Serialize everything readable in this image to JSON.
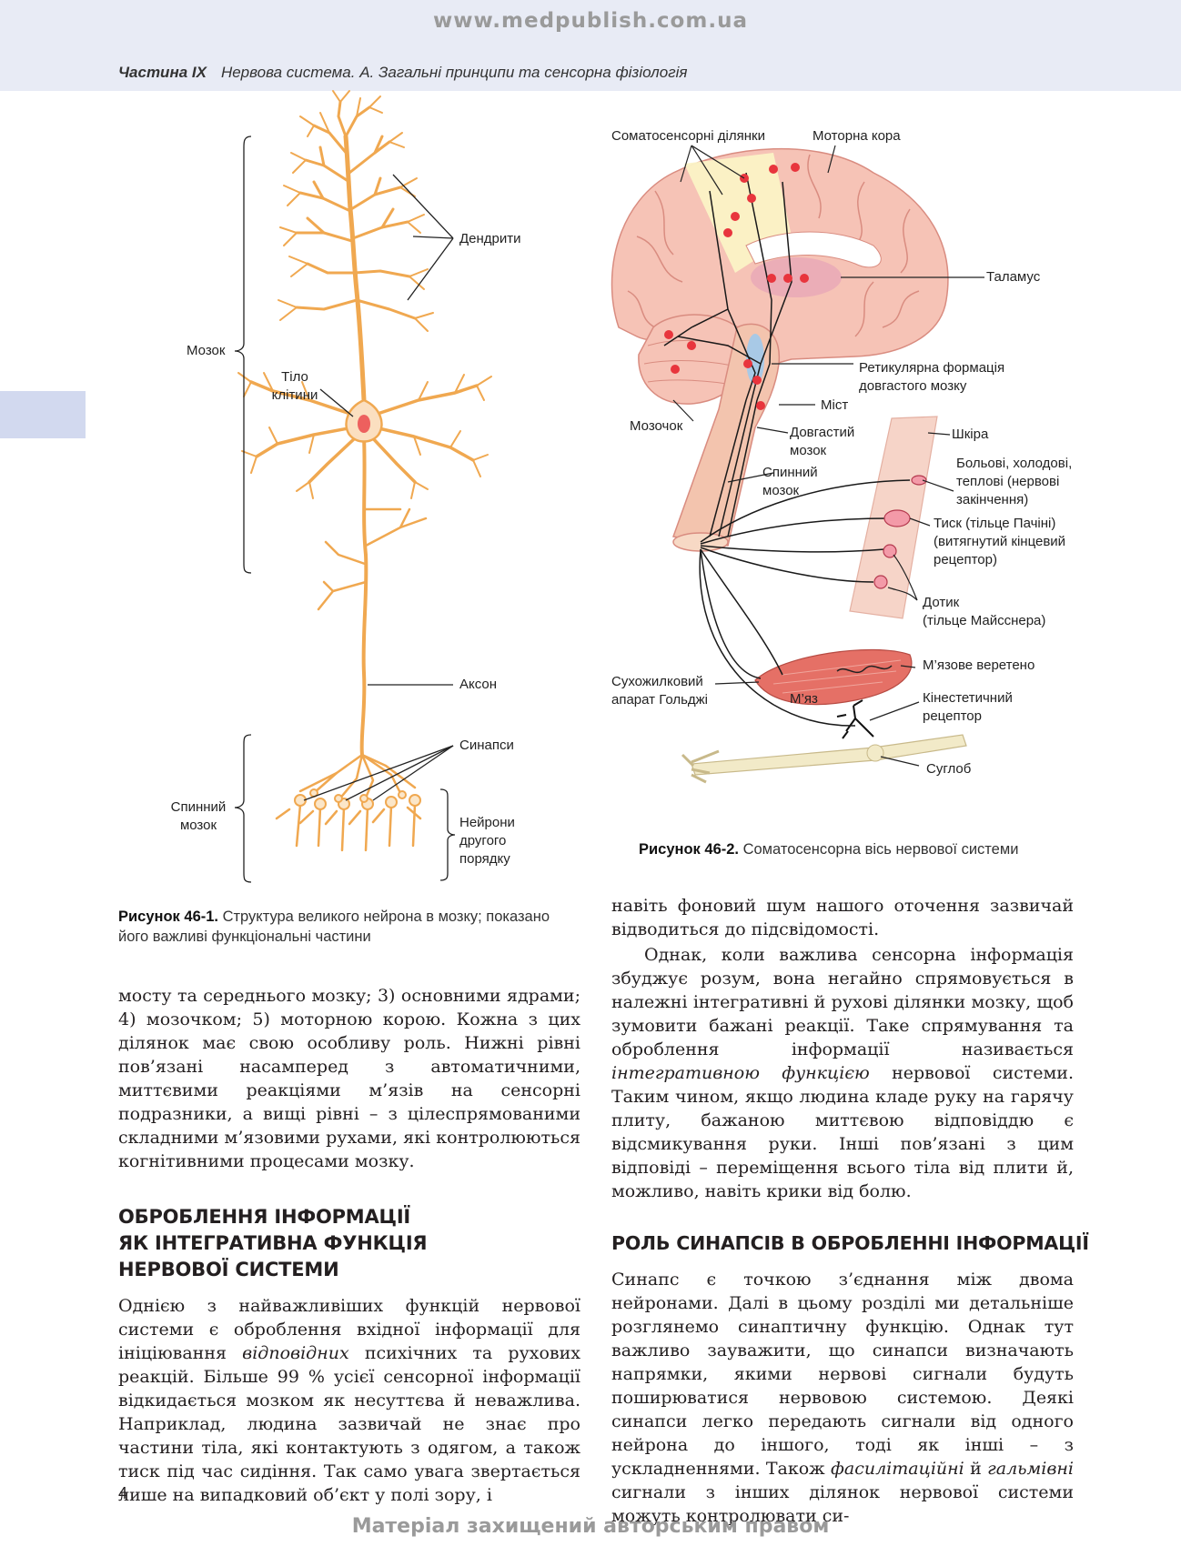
{
  "header": {
    "site_url": "www.medpublish.com.ua",
    "part": "Частина IX",
    "section_title": "Нервова система. А. Загальні принципи та сенсорна фізіологія"
  },
  "figure1": {
    "labels": {
      "dendrites": "Дендрити",
      "brain": "Мозок",
      "cell_body_1": "Тіло",
      "cell_body_2": "клітини",
      "axon": "Аксон",
      "synapses": "Синапси",
      "spinal_cord_1": "Спинний",
      "spinal_cord_2": "мозок",
      "second_order_1": "Нейрони",
      "second_order_2": "другого",
      "second_order_3": "порядку"
    },
    "caption_bold": "Рисунок 46-1.",
    "caption_text": " Структура великого нейрона в мозку; показано його важливі функціональні частини"
  },
  "figure2": {
    "labels": {
      "somatosensory": "Соматосенсорні ділянки",
      "motor_cortex": "Моторна кора",
      "thalamus": "Таламус",
      "reticular_1": "Ретикулярна формація",
      "reticular_2": "довгастого мозку",
      "pons": "Міст",
      "cerebellum": "Мозочок",
      "medulla_1": "Довгастий",
      "medulla_2": "мозок",
      "skin": "Шкіра",
      "spinal_1": "Спинний",
      "spinal_2": "мозок",
      "pain_1": "Больові, холодові,",
      "pain_2": "теплові (нервові",
      "pain_3": "закінчення)",
      "pressure_1": "Тиск (тільце Пачіні)",
      "pressure_2": "(витягнутий кінцевий",
      "pressure_3": "рецептор)",
      "touch_1": "Дотик",
      "touch_2": "(тільце Майсснера)",
      "spindle": "М’язове веретено",
      "golgi_1": "Сухожилковий",
      "golgi_2": "апарат Гольджі",
      "muscle": "М’яз",
      "kinesthetic_1": "Кінестетичний",
      "kinesthetic_2": "рецептор",
      "joint": "Суглоб"
    },
    "caption_bold": "Рисунок 46-2.",
    "caption_text": " Соматосенсорна вісь нервової системи"
  },
  "left_column": {
    "p1": "мосту та середнього мозку; 3) основними ядрами; 4) мозочком; 5) моторною корою. Кожна з цих ділянок має свою особливу роль. Нижні рівні пов’язані насамперед з автоматичними, миттєвими реакціями м’язів на сенсорні подразники, а вищі рівні – з цілеспрямованими складними м’язовими рухами, які контролюються когнітивними процесами мозку.",
    "heading_1": "ОБРОБЛЕННЯ ІНФОРМАЦІЇ",
    "heading_2": "ЯК ІНТЕГРАТИВНА ФУНКЦІЯ",
    "heading_3": "НЕРВОВОЇ СИСТЕМИ",
    "p2_a": "Однією з найважливіших функцій нервової системи є оброблення вхідної інформації для ініціювання ",
    "p2_em": "відповідних",
    "p2_b": " психічних та рухових реакцій. Більше 99 % усієї сенсорної інформації відкидається мозком як несуттєва й неважлива. Наприклад, людина зазвичай не знає про частини тіла, які контактують з одягом, а також тиск під час сидіння. Так само увага звертається лише на випадковий об’єкт у полі зору, і"
  },
  "right_column": {
    "p1": "навіть фоновий шум нашого оточення зазвичай відводиться до підсвідомості.",
    "p2_a": "Однак, коли важлива сенсорна інформація збуджує розум, вона негайно спрямовується в належні інтегративні й рухові ділянки мозку, щоб зумовити бажані реакції. Таке спрямування та оброблення інформації називається ",
    "p2_em": "інтегративною функцією",
    "p2_b": " нервової системи. Таким чином, якщо людина кладе руку на гарячу плиту, бажаною миттєвою відповіддю є відсмикування руки. Інші пов’язані з цим відповіді – переміщення всього тіла від плити й, можливо, навіть крики від болю.",
    "heading": "РОЛЬ СИНАПСІВ В ОБРОБЛЕННІ ІНФОРМАЦІЇ",
    "p3_a": "Синапс є точкою з’єднання між двома нейронами. Далі в цьому розділі ми детальніше розглянемо синаптичну функцію. Однак тут важливо зауважити, що синапси визначають напрямки, якими нервові сигнали будуть поширюватися нервовою системою. Деякі синапси легко передають сигнали від одного нейрона до іншого, тоді як інші – з ускладненнями. Також ",
    "p3_em1": "фасилітаційні",
    "p3_mid": " й ",
    "p3_em2": "гальмівні",
    "p3_b": " сигнали з інших ділянок нервової системи можуть контролювати си-"
  },
  "page_number": "4",
  "footer": "Матеріал захищений авторським правом",
  "colors": {
    "neuron": "#f0a850",
    "brain": "#f6c3b6",
    "nerve": "#1a1a1a",
    "red_dot": "#e8353d",
    "muscle": "#e57066",
    "bone": "#f2eac8"
  }
}
